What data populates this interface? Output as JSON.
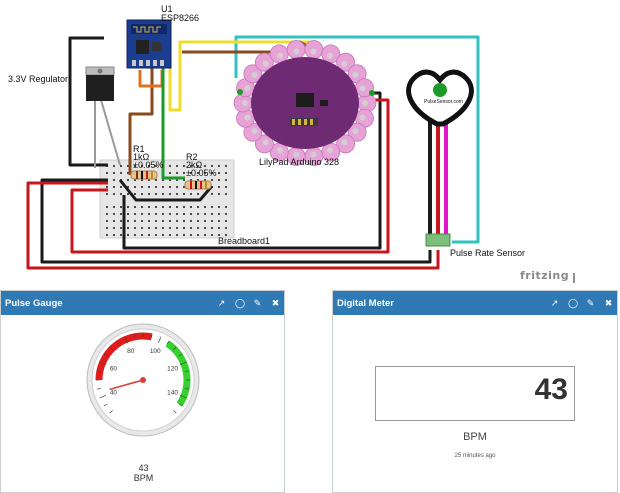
{
  "diagram": {
    "labels": {
      "u1": "U1",
      "esp": "ESP8266",
      "regulator": "3.3V Regulator",
      "r1_name": "R1",
      "r1_value": "1kΩ",
      "r1_tol": "±0.05%",
      "r2_name": "R2",
      "r2_value": "2kΩ",
      "r2_tol": "±0.05%",
      "lilypad": "LilyPad Arduino 328",
      "breadboard": "Breadboard1",
      "pulse_sensor": "Pulse Rate Sensor",
      "sensor_brand": "PulseSensor.com",
      "fritzing": "fritzing"
    },
    "colors": {
      "wire_black": "#1a1a1a",
      "wire_red": "#c8161d",
      "wire_cyan": "#32c1c1",
      "wire_yellow": "#f0dc2a",
      "wire_brown": "#8b4a1c",
      "wire_green": "#1c9a2a",
      "wire_magenta": "#e316c7",
      "wire_gray": "#9a9a9a",
      "lilypad_purple": "#6e2b74",
      "esp_blue": "#1a3d8f"
    }
  },
  "gauge_widget": {
    "title": "Pulse Gauge",
    "icons": [
      "external-link-icon",
      "comment-icon",
      "edit-icon",
      "close-icon"
    ],
    "icon_glyphs": [
      "↗",
      "◯",
      "✎",
      "✖"
    ],
    "value": 43,
    "value_text": "43",
    "unit": "BPM",
    "min": 30,
    "max": 150,
    "ticks": [
      "40",
      "60",
      "80",
      "100",
      "120",
      "140"
    ]
  },
  "meter_widget": {
    "title": "Digital Meter",
    "icons": [
      "external-link-icon",
      "comment-icon",
      "edit-icon",
      "close-icon"
    ],
    "icon_glyphs": [
      "↗",
      "◯",
      "✎",
      "✖"
    ],
    "value": "43",
    "unit": "BPM",
    "timestamp": "25 minutes ago"
  }
}
